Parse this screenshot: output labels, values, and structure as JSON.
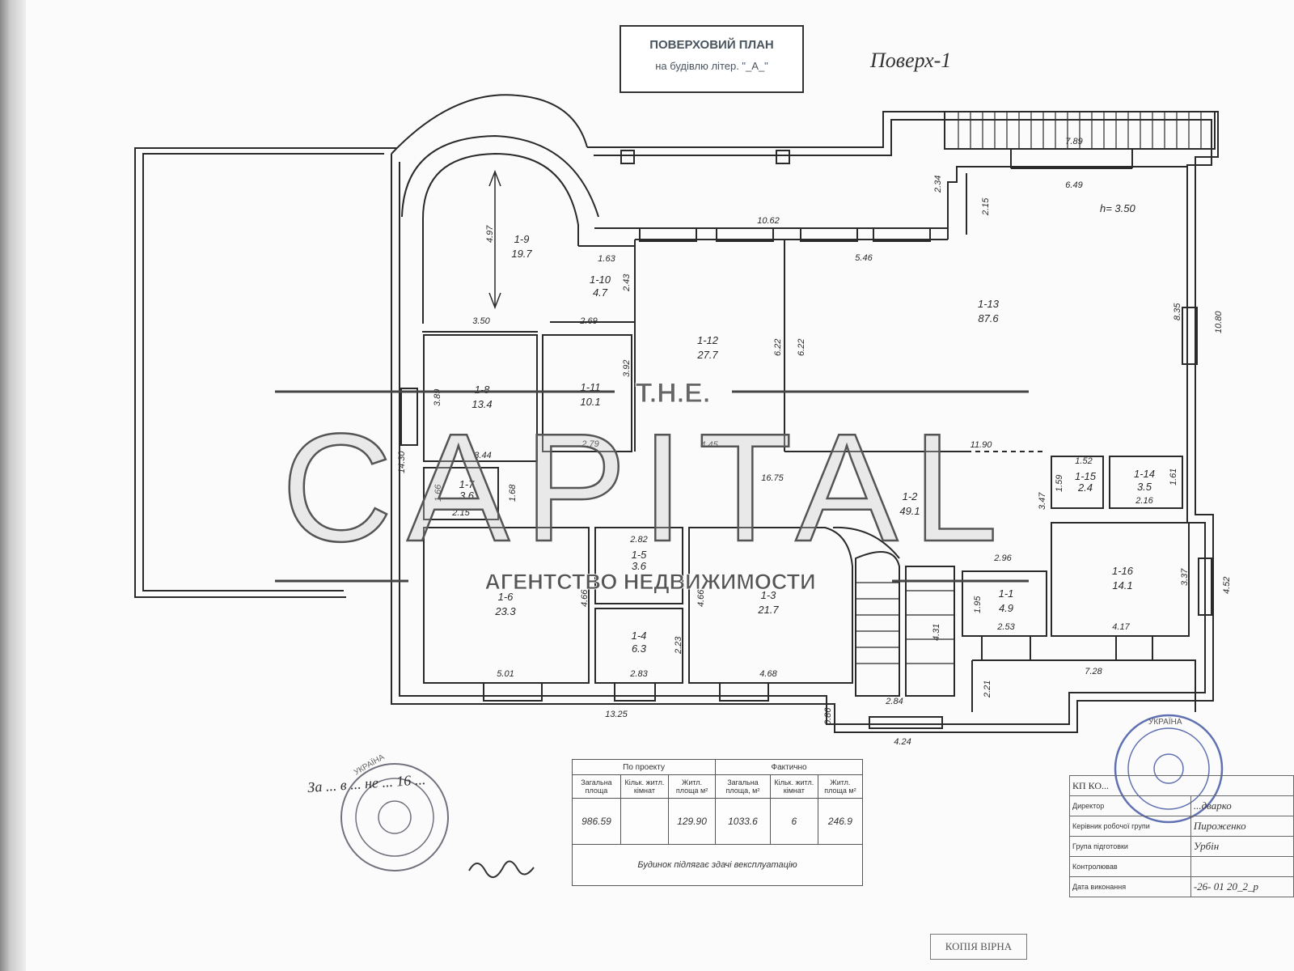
{
  "title": {
    "line1": "ПОВЕРХОВИЙ ПЛАН",
    "line2": "на будівлю літер. \"_А_\""
  },
  "floor_label": "Поверх-1",
  "ceiling_height": "h= 3.50",
  "rooms": [
    {
      "id": "1-1",
      "area": "4.9"
    },
    {
      "id": "1-2",
      "area": "49.1"
    },
    {
      "id": "1-3",
      "area": "21.7"
    },
    {
      "id": "1-4",
      "area": "6.3"
    },
    {
      "id": "1-5",
      "area": "3.6"
    },
    {
      "id": "1-6",
      "area": "23.3"
    },
    {
      "id": "1-7",
      "area": "3.6"
    },
    {
      "id": "1-8",
      "area": "13.4"
    },
    {
      "id": "1-9",
      "area": "19.7"
    },
    {
      "id": "1-10",
      "area": "4.7"
    },
    {
      "id": "1-11",
      "area": "10.1"
    },
    {
      "id": "1-12",
      "area": "27.7"
    },
    {
      "id": "1-13",
      "area": "87.6"
    },
    {
      "id": "1-14",
      "area": "3.5"
    },
    {
      "id": "1-15",
      "area": "2.4"
    },
    {
      "id": "1-16",
      "area": "14.1"
    }
  ],
  "dimensions": {
    "d1": "7.89",
    "d2": "6.49",
    "d3": "2.34",
    "d4": "2.15",
    "d5": "10.62",
    "d6": "5.46",
    "d7": "4.97",
    "d8": "1.63",
    "d9": "2.43",
    "d10": "3.50",
    "d11": "2.69",
    "d12": "8.35",
    "d13": "10.80",
    "d14": "6.22",
    "d15": "6.22",
    "d16": "3.89",
    "d17": "3.92",
    "d18": "3.44",
    "d19": "2.79",
    "d20": "4.45",
    "d21": "11.90",
    "d22": "14.30",
    "d23": "1.66",
    "d24": "1.68",
    "d25": "2.15",
    "d26": "16.75",
    "d27": "1.52",
    "d28": "1.59",
    "d29": "1.61",
    "d30": "2.16",
    "d31": "3.47",
    "d32": "2.82",
    "d33": "2.96",
    "d34": "4.66",
    "d35": "4.66",
    "d36": "3.37",
    "d37": "4.52",
    "d38": "1.95",
    "d39": "4.31",
    "d40": "2.53",
    "d41": "4.17",
    "d42": "2.23",
    "d43": "7.28",
    "d44": "5.01",
    "d45": "2.83",
    "d46": "4.68",
    "d47": "2.21",
    "d48": "2.84",
    "d49": "13.25",
    "d50": "0.86",
    "d51": "4.24"
  },
  "watermark": {
    "top": "T.H.E.",
    "main": "CAPITAL",
    "bottom": "АГЕНТСТВО НЕДВИЖИМОСТИ"
  },
  "area_table": {
    "group_headers": [
      "По проекту",
      "Фактично"
    ],
    "columns": [
      "Загальна площа",
      "Кільк. житл. кімнат",
      "Житл. площа м²",
      "Загальна площа, м²",
      "Кільк. житл. кімнат",
      "Житл. площа м²"
    ],
    "values": [
      "986.59",
      "",
      "129.90",
      "1033.6",
      "6",
      "246.9"
    ],
    "note": "Будинок підлягає здачі вексплуатацію"
  },
  "kp_table": {
    "header": "КП КО...",
    "rows": [
      {
        "role": "Директор",
        "name": "...дварко"
      },
      {
        "role": "Керівник робочої групи",
        "name": "Пироженко"
      },
      {
        "role": "Група підготовки",
        "name": "Урбін"
      },
      {
        "role": "Контролював",
        "name": ""
      },
      {
        "role": "Дата виконання",
        "name": "-26- 01 20_2_р"
      }
    ]
  },
  "copy_stamp": "КОПІЯ ВІРНА",
  "stamp_text": "УКРАЇНА",
  "handwritten_note": "За ... в ... не ... 16 ..."
}
